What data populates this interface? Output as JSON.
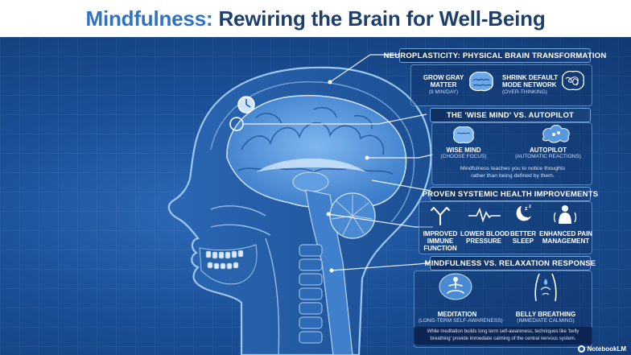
{
  "header": {
    "title_accent": "Mindfulness:",
    "title_rest": " Rewiring the Brain for Well-Being"
  },
  "sections": {
    "neuro": {
      "heading": "NEUROPLASTICITY: PHYSICAL BRAIN TRANSFORMATION",
      "left_label_1": "GROW GRAY",
      "left_label_2": "MATTER",
      "left_sub": "(8 MIN/DAY)",
      "right_label_1": "SHRINK DEFAULT",
      "right_label_2": "MODE NETWORK",
      "right_sub": "(OVER-THINKING)"
    },
    "wise": {
      "heading": "THE 'WISE MIND' VS. AUTOPILOT",
      "left_label": "WISE MIND",
      "left_sub": "(CHOOSE FOCUS)",
      "right_label": "AUTOPILOT",
      "right_sub": "(AUTOMATIC REACTIONS)",
      "note_1": "Mindfulness teaches you to notice thoughts",
      "note_2": "rather than being defined by them."
    },
    "health": {
      "heading": "PROVEN SYSTEMIC HEALTH IMPROVEMENTS",
      "items": [
        {
          "line1": "IMPROVED",
          "line2": "IMMUNE",
          "line3": "FUNCTION"
        },
        {
          "line1": "LOWER BLOOD",
          "line2": "PRESSURE",
          "line3": ""
        },
        {
          "line1": "BETTER",
          "line2": "SLEEP",
          "line3": ""
        },
        {
          "line1": "ENHANCED PAIN",
          "line2": "MANAGEMENT",
          "line3": ""
        }
      ]
    },
    "relax": {
      "heading": "MINDFULNESS VS. RELAXATION RESPONSE",
      "left_label": "MEDITATION",
      "left_sub": "(LONG-TERM SELF-AWARENESS)",
      "right_label": "BELLY BREATHING",
      "right_sub": "(IMMEDIATE CALMING)",
      "note_1": "While meditation builds long term self-awareness, techniques like 'belly",
      "note_2": "breathing' provide immediate calming of the central nervous system."
    }
  },
  "watermark": "NotebookLM",
  "colors": {
    "background_dark": "#123a73",
    "background_mid": "#1b4f96",
    "title_dark": "#1d3f6e",
    "title_accent": "#2f73c3"
  },
  "icons": [
    "clock-icon",
    "brain-icon",
    "tangled-brain-icon",
    "thought-cloud-icon",
    "antibody-icon",
    "pulse-icon",
    "moon-sleep-icon",
    "body-pain-icon",
    "meditation-icon",
    "belly-breathing-icon"
  ]
}
